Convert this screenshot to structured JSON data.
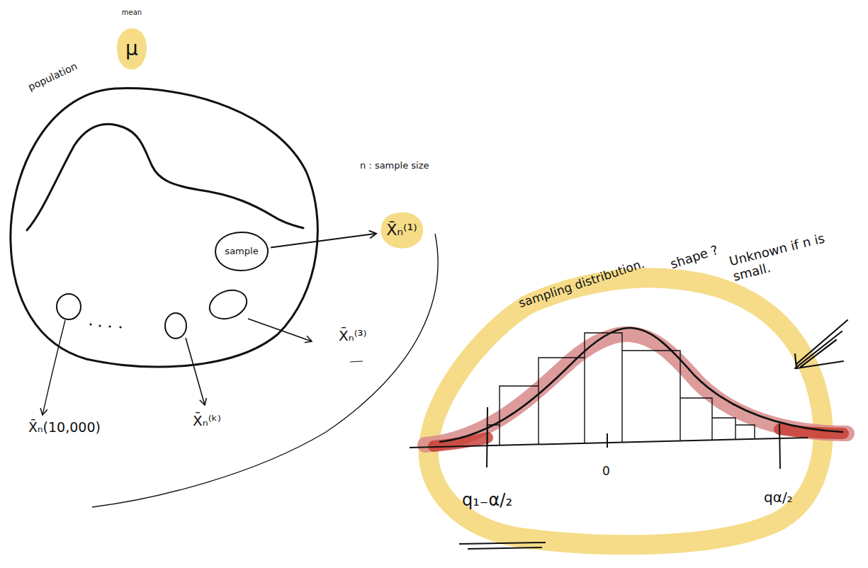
{
  "diagram": {
    "nodes": [
      {
        "text": [
          "population"
        ]
      },
      {
        "text": [
          "sample"
        ],
        "in": 0
      },
      {
        "text": [
          "X̄ₙ⁽¹⁾"
        ]
      },
      {
        "text": [
          "mean",
          "μ"
        ]
      }
    ],
    "edges": [
      {
        "from": 1,
        "to": 2,
        "arrow": "to"
      }
    ],
    "labels": [
      "n : sample size",
      "X̄ₙ⁽³⁾",
      "X̄ₙ⁽ᵏ⁾",
      "X̄ₙ(10,000)",
      "sampling distribution.",
      "shape ?",
      "Unknown if n is small.",
      "0",
      "q₁₋α/₂",
      "qα/₂"
    ]
  }
}
